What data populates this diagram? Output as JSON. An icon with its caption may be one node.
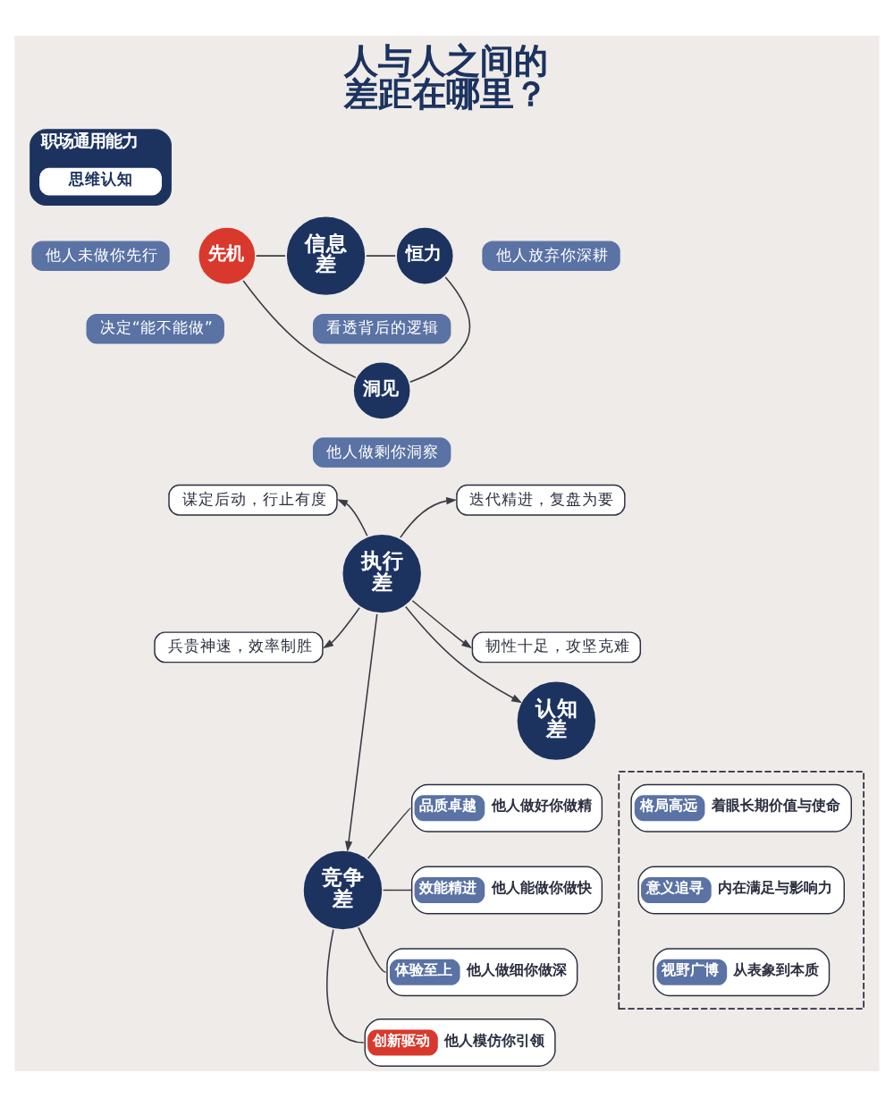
{
  "diagram": {
    "title": "人与人之间的差距在哪里？",
    "nodes": [
      {
        "text": [
          "职场通用能力"
        ]
      },
      {
        "text": [
          "思维认知"
        ],
        "in": 0
      },
      {
        "text": [
          "他人未做你先行"
        ]
      },
      {
        "text": [
          "先机"
        ]
      },
      {
        "text": [
          "信息差"
        ]
      },
      {
        "text": [
          "恒力"
        ]
      },
      {
        "text": [
          "他人放弃你深耕"
        ]
      },
      {
        "text": [
          "决定“能不能做”"
        ]
      },
      {
        "text": [
          "看透背后的逻辑"
        ]
      },
      {
        "text": [
          "洞见"
        ]
      },
      {
        "text": [
          "他人做剩你洞察"
        ]
      },
      {
        "text": [
          "谋定后动，行止有度"
        ]
      },
      {
        "text": [
          "执行差"
        ]
      },
      {
        "text": [
          "迭代精进，复盘为要"
        ]
      },
      {
        "text": [
          "兵贵神速，效率制胜"
        ]
      },
      {
        "text": [
          "韧性十足，攻坚克难"
        ]
      },
      {
        "text": [
          "认知差"
        ]
      },
      {
        "text": [
          "竞争差"
        ]
      },
      {
        "text": [
          "品质卓越",
          "他人做好你做精"
        ]
      },
      {
        "text": [
          "效能精进",
          "他人能做你做快"
        ]
      },
      {
        "text": [
          "体验至上",
          "他人做细你做深"
        ]
      },
      {
        "text": [
          "创新驱动",
          "他人模仿你引领"
        ]
      },
      {
        "text": [],
        "shape": "box"
      },
      {
        "text": [
          "格局高远",
          "着眼长期价值与使命"
        ],
        "in": 22
      },
      {
        "text": [
          "意义追寻",
          "内在满足与影响力"
        ],
        "in": 22
      },
      {
        "text": [
          "视野广博",
          "从表象到本质"
        ],
        "in": 22
      }
    ],
    "edges": [
      {
        "from": 3,
        "to": 4,
        "arrow": "none"
      },
      {
        "from": 4,
        "to": 5,
        "arrow": "none"
      },
      {
        "from": 3,
        "to": 9,
        "arrow": "none"
      },
      {
        "from": 5,
        "to": 9,
        "arrow": "none"
      },
      {
        "from": 12,
        "to": 11,
        "arrow": "to"
      },
      {
        "from": 12,
        "to": 13,
        "arrow": "to"
      },
      {
        "from": 12,
        "to": 14,
        "arrow": "to"
      },
      {
        "from": 12,
        "to": 15,
        "arrow": "to"
      },
      {
        "from": 12,
        "to": 16,
        "arrow": "to"
      },
      {
        "from": 12,
        "to": 17,
        "arrow": "to"
      },
      {
        "from": 17,
        "to": 18,
        "arrow": "none"
      },
      {
        "from": 17,
        "to": 19,
        "arrow": "none"
      },
      {
        "from": 17,
        "to": 20,
        "arrow": "none"
      },
      {
        "from": 17,
        "to": 21,
        "arrow": "none"
      }
    ]
  }
}
